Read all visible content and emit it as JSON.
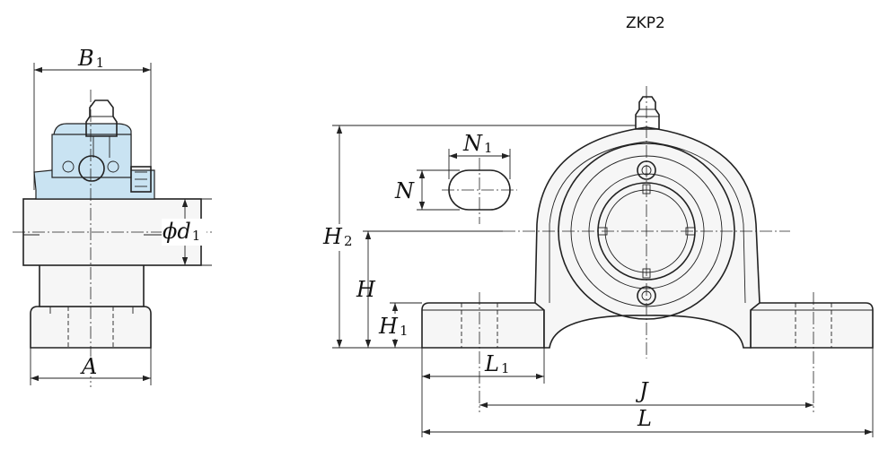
{
  "model": "ZKP2",
  "labels": {
    "B1": {
      "main": "B",
      "sub": "1"
    },
    "d1": {
      "prefix": "ϕ",
      "main": "d",
      "sub": "1"
    },
    "A": {
      "main": "A"
    },
    "N1": {
      "main": "N",
      "sub": "1"
    },
    "N": {
      "main": "N"
    },
    "H2": {
      "main": "H",
      "sub": "2"
    },
    "H": {
      "main": "H"
    },
    "H1": {
      "main": "H",
      "sub": "1"
    },
    "L1": {
      "main": "L",
      "sub": "1"
    },
    "J": {
      "main": "J"
    },
    "L": {
      "main": "L"
    }
  },
  "colors": {
    "line": "#222222",
    "housing_fill": "#f6f6f6",
    "highlight": "#c9e3f2"
  }
}
